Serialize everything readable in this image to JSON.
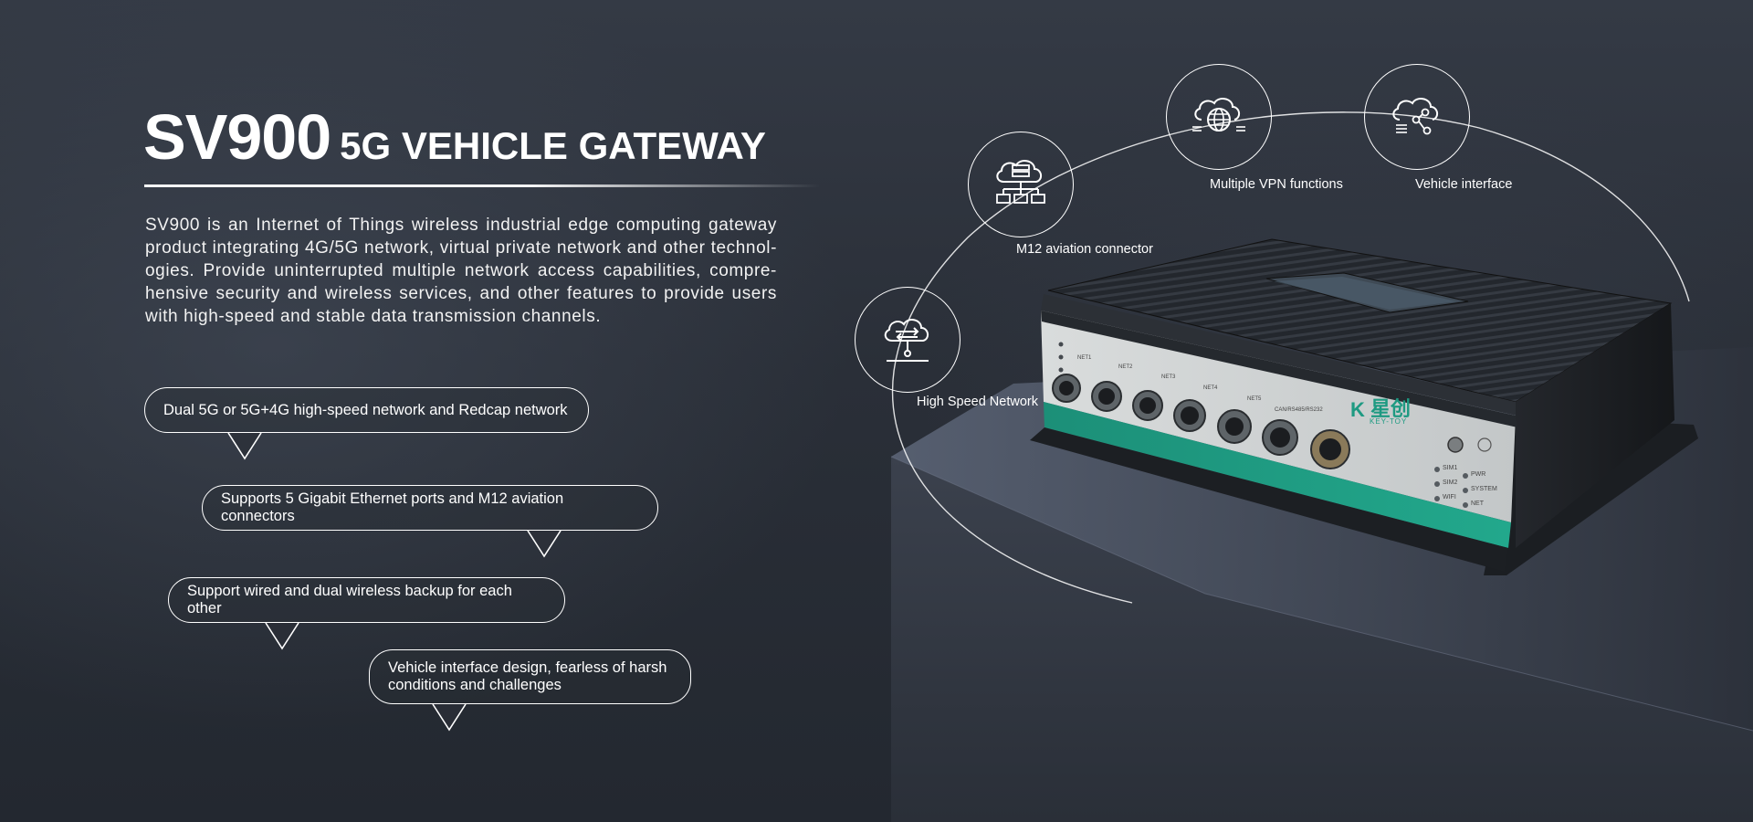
{
  "header": {
    "model": "SV900",
    "product_type": "5G VEHICLE GATEWAY"
  },
  "description": "SV900 is an Internet of Things wireless industrial edge computing gateway product integrating 4G/5G network, virtual private network and other technol-ogies. Provide uninterrupted multiple network access capabilities, compre-hensive security and wireless services, and other features to provide users with high-speed and stable data transmission channels.",
  "bubbles": [
    "Dual 5G or 5G+4G high-speed network and Redcap network",
    "Supports 5 Gigabit Ethernet ports and M12 aviation connectors",
    "Support wired and dual wireless backup for each other",
    "Vehicle interface design, fearless of harsh conditions and challenges"
  ],
  "features": [
    {
      "label": "High Speed Network",
      "icon": "cloud-transfer-icon"
    },
    {
      "label": "M12 aviation connector",
      "icon": "cloud-network-icon"
    },
    {
      "label": "Multiple VPN functions",
      "icon": "cloud-globe-icon"
    },
    {
      "label": "Vehicle interface",
      "icon": "cloud-share-icon"
    }
  ],
  "device": {
    "brand_cn": "星创",
    "brand_en": "KEY-TOY",
    "port_labels": [
      "NET1",
      "NET2",
      "NET3",
      "NET4",
      "NET5",
      "CAN/RS485/RS232"
    ],
    "status_left": [
      "SIM1",
      "SIM2",
      "WIFI"
    ],
    "status_right": [
      "PWR",
      "SYSTEM",
      "NET"
    ]
  },
  "colors": {
    "background": "#2a2f38",
    "accent_teal": "#1e9a82",
    "text": "#ffffff"
  }
}
